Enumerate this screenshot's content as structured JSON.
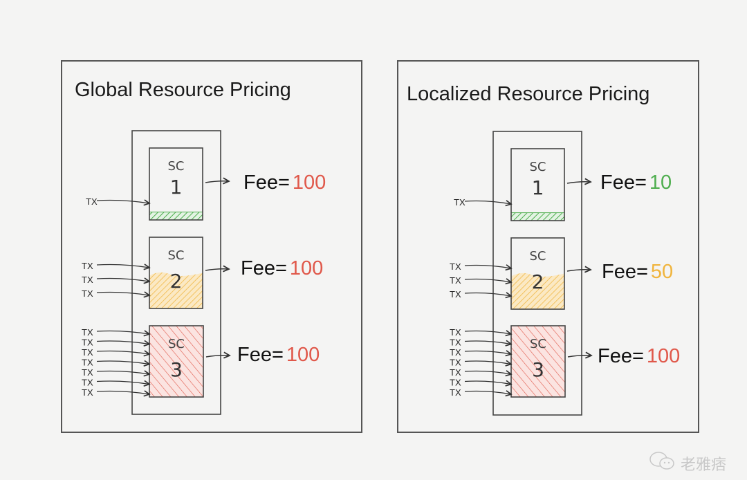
{
  "colors": {
    "low": "#4fae4f",
    "mid": "#f0b43c",
    "high": "#e0584a",
    "ink": "#333333"
  },
  "panels": [
    {
      "title": "Global Resource Pricing",
      "contracts": [
        {
          "label": "SC",
          "number": "1",
          "fee_label": "Fee=",
          "fee_value": "100",
          "fee_level": "high",
          "load": "low",
          "tx_labels": [
            "TX"
          ]
        },
        {
          "label": "SC",
          "number": "2",
          "fee_label": "Fee=",
          "fee_value": "100",
          "fee_level": "high",
          "load": "mid",
          "tx_labels": [
            "TX",
            "TX",
            "TX"
          ]
        },
        {
          "label": "SC",
          "number": "3",
          "fee_label": "Fee=",
          "fee_value": "100",
          "fee_level": "high",
          "load": "high",
          "tx_labels": [
            "TX",
            "TX",
            "TX",
            "TX",
            "TX",
            "TX",
            "TX"
          ]
        }
      ]
    },
    {
      "title": "Localized Resource Pricing",
      "contracts": [
        {
          "label": "SC",
          "number": "1",
          "fee_label": "Fee=",
          "fee_value": "10",
          "fee_level": "low",
          "load": "low",
          "tx_labels": [
            "TX"
          ]
        },
        {
          "label": "SC",
          "number": "2",
          "fee_label": "Fee=",
          "fee_value": "50",
          "fee_level": "mid",
          "load": "mid",
          "tx_labels": [
            "TX",
            "TX",
            "TX"
          ]
        },
        {
          "label": "SC",
          "number": "3",
          "fee_label": "Fee=",
          "fee_value": "100",
          "fee_level": "high",
          "load": "high",
          "tx_labels": [
            "TX",
            "TX",
            "TX",
            "TX",
            "TX",
            "TX",
            "TX"
          ]
        }
      ]
    }
  ],
  "watermark": {
    "icon": "wechat-icon",
    "text": "老雅痞"
  }
}
